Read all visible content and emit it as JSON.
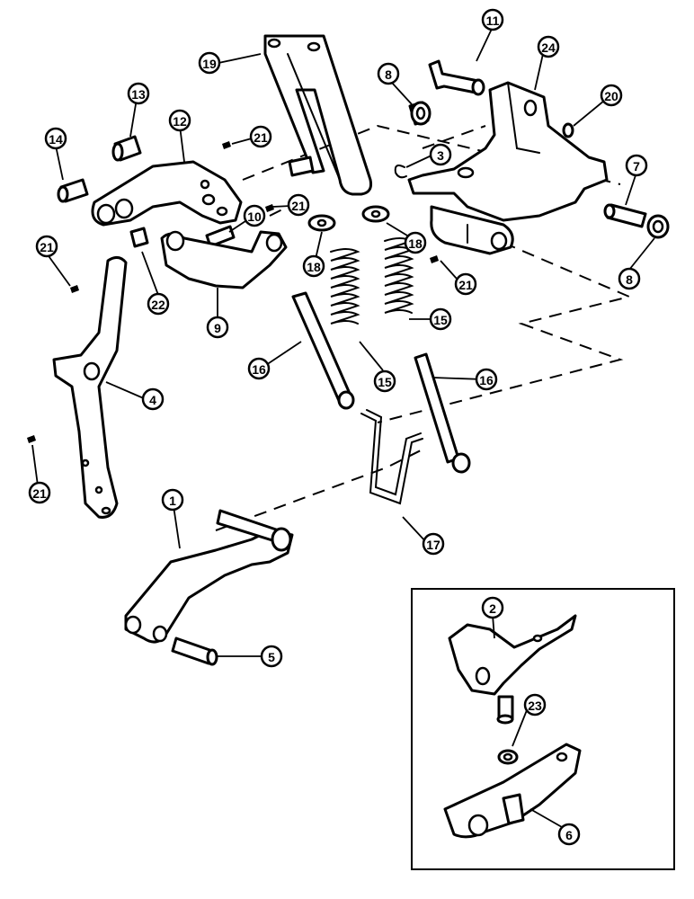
{
  "colors": {
    "line": "#000000",
    "background": "#ffffff"
  },
  "callouts": [
    {
      "id": "c1",
      "label": "1"
    },
    {
      "id": "c2",
      "label": "2"
    },
    {
      "id": "c3",
      "label": "3"
    },
    {
      "id": "c4",
      "label": "4"
    },
    {
      "id": "c5",
      "label": "5"
    },
    {
      "id": "c6",
      "label": "6"
    },
    {
      "id": "c7",
      "label": "7"
    },
    {
      "id": "c8a",
      "label": "8"
    },
    {
      "id": "c8b",
      "label": "8"
    },
    {
      "id": "c9",
      "label": "9"
    },
    {
      "id": "c10",
      "label": "10"
    },
    {
      "id": "c11",
      "label": "11"
    },
    {
      "id": "c12",
      "label": "12"
    },
    {
      "id": "c13",
      "label": "13"
    },
    {
      "id": "c14",
      "label": "14"
    },
    {
      "id": "c15a",
      "label": "15"
    },
    {
      "id": "c15b",
      "label": "15"
    },
    {
      "id": "c16a",
      "label": "16"
    },
    {
      "id": "c16b",
      "label": "16"
    },
    {
      "id": "c17",
      "label": "17"
    },
    {
      "id": "c18a",
      "label": "18"
    },
    {
      "id": "c18b",
      "label": "18"
    },
    {
      "id": "c19",
      "label": "19"
    },
    {
      "id": "c20",
      "label": "20"
    },
    {
      "id": "c21a",
      "label": "21"
    },
    {
      "id": "c21b",
      "label": "21"
    },
    {
      "id": "c21c",
      "label": "21"
    },
    {
      "id": "c21d",
      "label": "21"
    },
    {
      "id": "c21e",
      "label": "21"
    },
    {
      "id": "c22",
      "label": "22"
    },
    {
      "id": "c23",
      "label": "23"
    },
    {
      "id": "c24",
      "label": "24"
    }
  ]
}
